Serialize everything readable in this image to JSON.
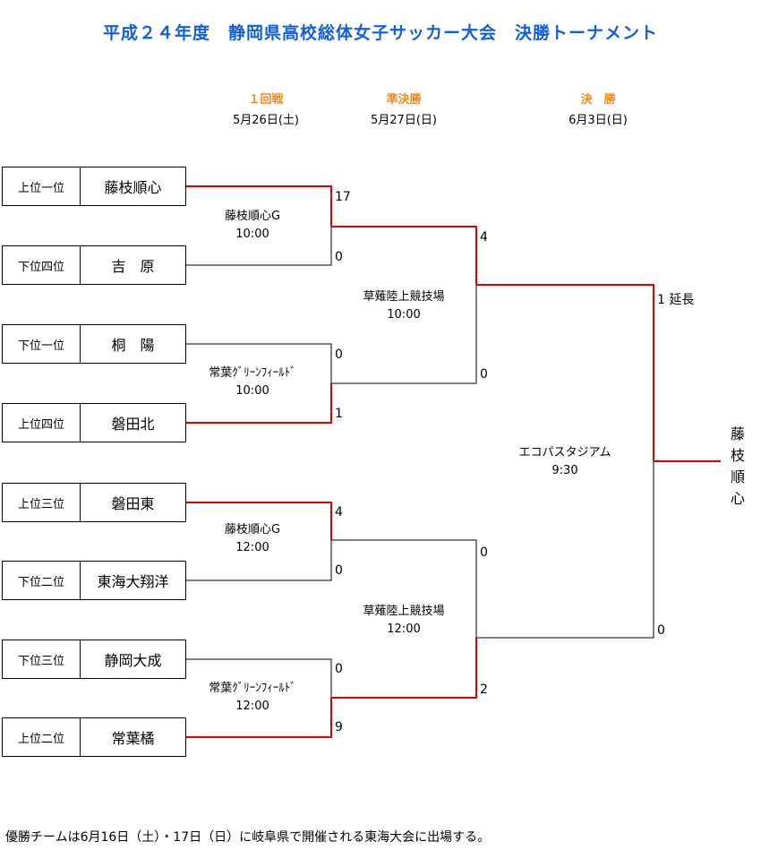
{
  "title": "平成２４年度　静岡県高校総体女子サッカー大会　決勝トーナメント",
  "rounds": [
    {
      "name": "１回戦",
      "date": "5月26日(土)"
    },
    {
      "name": "準決勝",
      "date": "5月27日(日)"
    },
    {
      "name": "決　勝",
      "date": "6月3日(日)"
    }
  ],
  "teams": [
    {
      "seed": "上位一位",
      "name": "藤枝順心"
    },
    {
      "seed": "下位四位",
      "name": "吉　原"
    },
    {
      "seed": "下位一位",
      "name": "桐　陽"
    },
    {
      "seed": "上位四位",
      "name": "磐田北"
    },
    {
      "seed": "上位三位",
      "name": "磐田東"
    },
    {
      "seed": "下位二位",
      "name": "東海大翔洋"
    },
    {
      "seed": "下位三位",
      "name": "静岡大成"
    },
    {
      "seed": "上位二位",
      "name": "常葉橘"
    }
  ],
  "matches": {
    "r1_1": {
      "venue": "藤枝順心G",
      "time": "10:00",
      "score_top": "17",
      "score_bottom": "0"
    },
    "r1_2": {
      "venue": "常葉ｸﾞﾘｰﾝﾌｨｰﾙﾄﾞ",
      "time": "10:00",
      "score_top": "0",
      "score_bottom": "1"
    },
    "r1_3": {
      "venue": "藤枝順心G",
      "time": "12:00",
      "score_top": "4",
      "score_bottom": "0"
    },
    "r1_4": {
      "venue": "常葉ｸﾞﾘｰﾝﾌｨｰﾙﾄﾞ",
      "time": "12:00",
      "score_top": "0",
      "score_bottom": "9"
    },
    "sf_1": {
      "venue": "草薙陸上競技場",
      "time": "10:00",
      "score_top": "4",
      "score_bottom": "0"
    },
    "sf_2": {
      "venue": "草薙陸上競技場",
      "time": "12:00",
      "score_top": "0",
      "score_bottom": "2"
    },
    "final": {
      "venue": "エコパスタジアム",
      "time": "9:30",
      "score_top": "1 延長",
      "score_bottom": "0"
    }
  },
  "winner": [
    "藤",
    "枝",
    "順",
    "心"
  ],
  "footer": "優勝チームは6月16日（土）・17日（日）に岐阜県で開催される東海大会に出場する。",
  "colors": {
    "title": "#1060e0",
    "round": "#f08a1c",
    "win_line": "#e00000",
    "line": "#000000"
  }
}
